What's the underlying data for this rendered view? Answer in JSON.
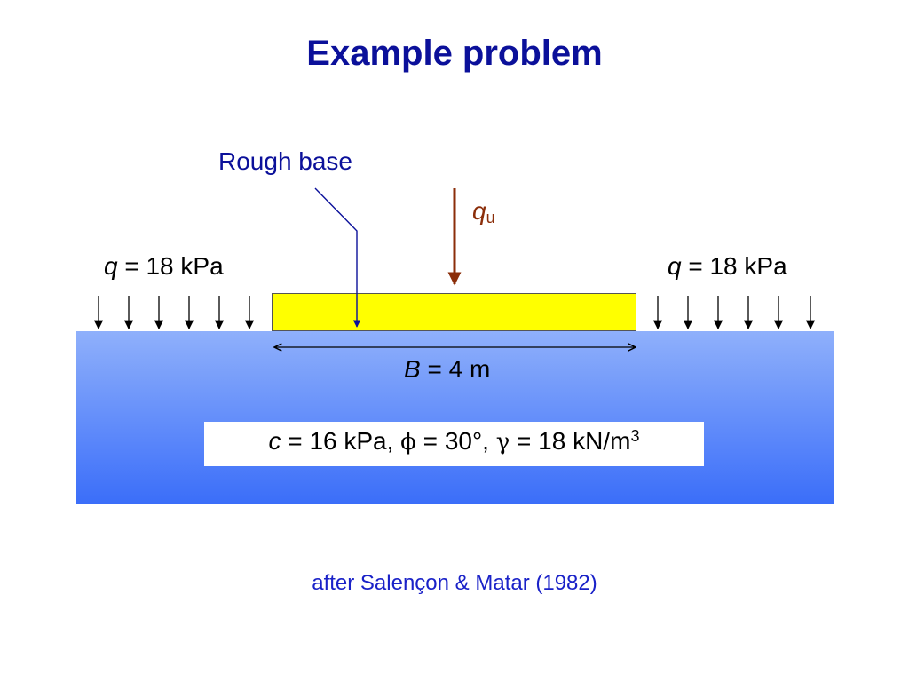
{
  "title": "Example problem",
  "rough_base_label": "Rough base",
  "qu": {
    "symbol": "q",
    "subscript": "u"
  },
  "surcharge_left": {
    "symbol": "q",
    "rest": " = 18 kPa"
  },
  "surcharge_right": {
    "symbol": "q",
    "rest": " = 18 kPa"
  },
  "width_label": {
    "symbol": "B",
    "rest": " = 4 m"
  },
  "soil_properties": {
    "c_symbol": "c",
    "c_rest": " = 16 kPa, ",
    "phi_symbol": "ϕ",
    "phi_rest": " = 30°, ",
    "gamma_symbol": "γ",
    "gamma_rest": " = 18 kN/m",
    "gamma_unit_exp": "3"
  },
  "citation": "after Salençon & Matar (1982)",
  "colors": {
    "title": "#0b109a",
    "footing": "#ffff00",
    "soil_top": "#8fb0fb",
    "soil_bottom": "#3b6ef9",
    "qu_arrow": "#8b2e0a",
    "leader_line": "#0b109a"
  }
}
